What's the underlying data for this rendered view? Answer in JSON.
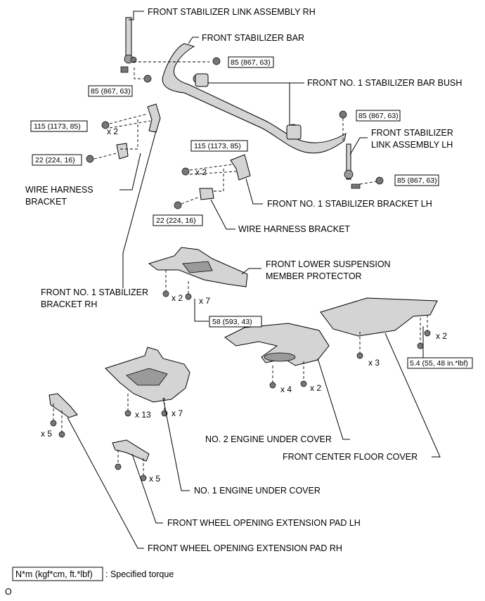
{
  "labels": {
    "stab_link_rh": "FRONT STABILIZER LINK ASSEMBLY RH",
    "stab_bar": "FRONT STABILIZER BAR",
    "stab_bush": "FRONT NO. 1 STABILIZER BAR BUSH",
    "stab_link_lh_1": "FRONT STABILIZER",
    "stab_link_lh_2": "LINK ASSEMBLY LH",
    "wire_bracket_rh_1": "WIRE HARNESS",
    "wire_bracket_rh_2": "BRACKET",
    "stab_bracket_lh": "FRONT NO. 1 STABILIZER BRACKET LH",
    "wire_bracket_lh": "WIRE HARNESS BRACKET",
    "lower_protector_1": "FRONT LOWER SUSPENSION",
    "lower_protector_2": "MEMBER PROTECTOR",
    "stab_bracket_rh_1": "FRONT NO. 1 STABILIZER",
    "stab_bracket_rh_2": "BRACKET RH",
    "no2_cover": "NO. 2 ENGINE UNDER COVER",
    "center_floor_cover": "FRONT CENTER FLOOR COVER",
    "no1_cover": "NO. 1 ENGINE UNDER COVER",
    "pad_lh": "FRONT WHEEL OPENING EXTENSION PAD LH",
    "pad_rh": "FRONT WHEEL OPENING EXTENSION PAD RH"
  },
  "torques": {
    "t1": "85 (867, 63)",
    "t2": "85 (867, 63)",
    "t3": "115 (1173, 85)",
    "t4": "22 (224, 16)",
    "t5": "85 (867, 63)",
    "t6": "115 (1173, 85)",
    "t7": "85 (867, 63)",
    "t8": "22 (224, 16)",
    "t9": "58 (593, 43)",
    "t10": "5.4 (55, 48 in.*lbf)"
  },
  "quantities": {
    "q1": "x 2",
    "q2": "x 2",
    "q3": "x 2",
    "q4": "x 7",
    "q5": "x 2",
    "q6": "x 3",
    "q7": "x 4",
    "q8": "x 2",
    "q9": "x 13",
    "q10": "x 7",
    "q11": "x 5",
    "q12": "x 5"
  },
  "legend": {
    "unit": "N*m (kgf*cm, ft.*lbf)",
    "text": ": Specified torque"
  },
  "footer": {
    "mark": "O"
  }
}
